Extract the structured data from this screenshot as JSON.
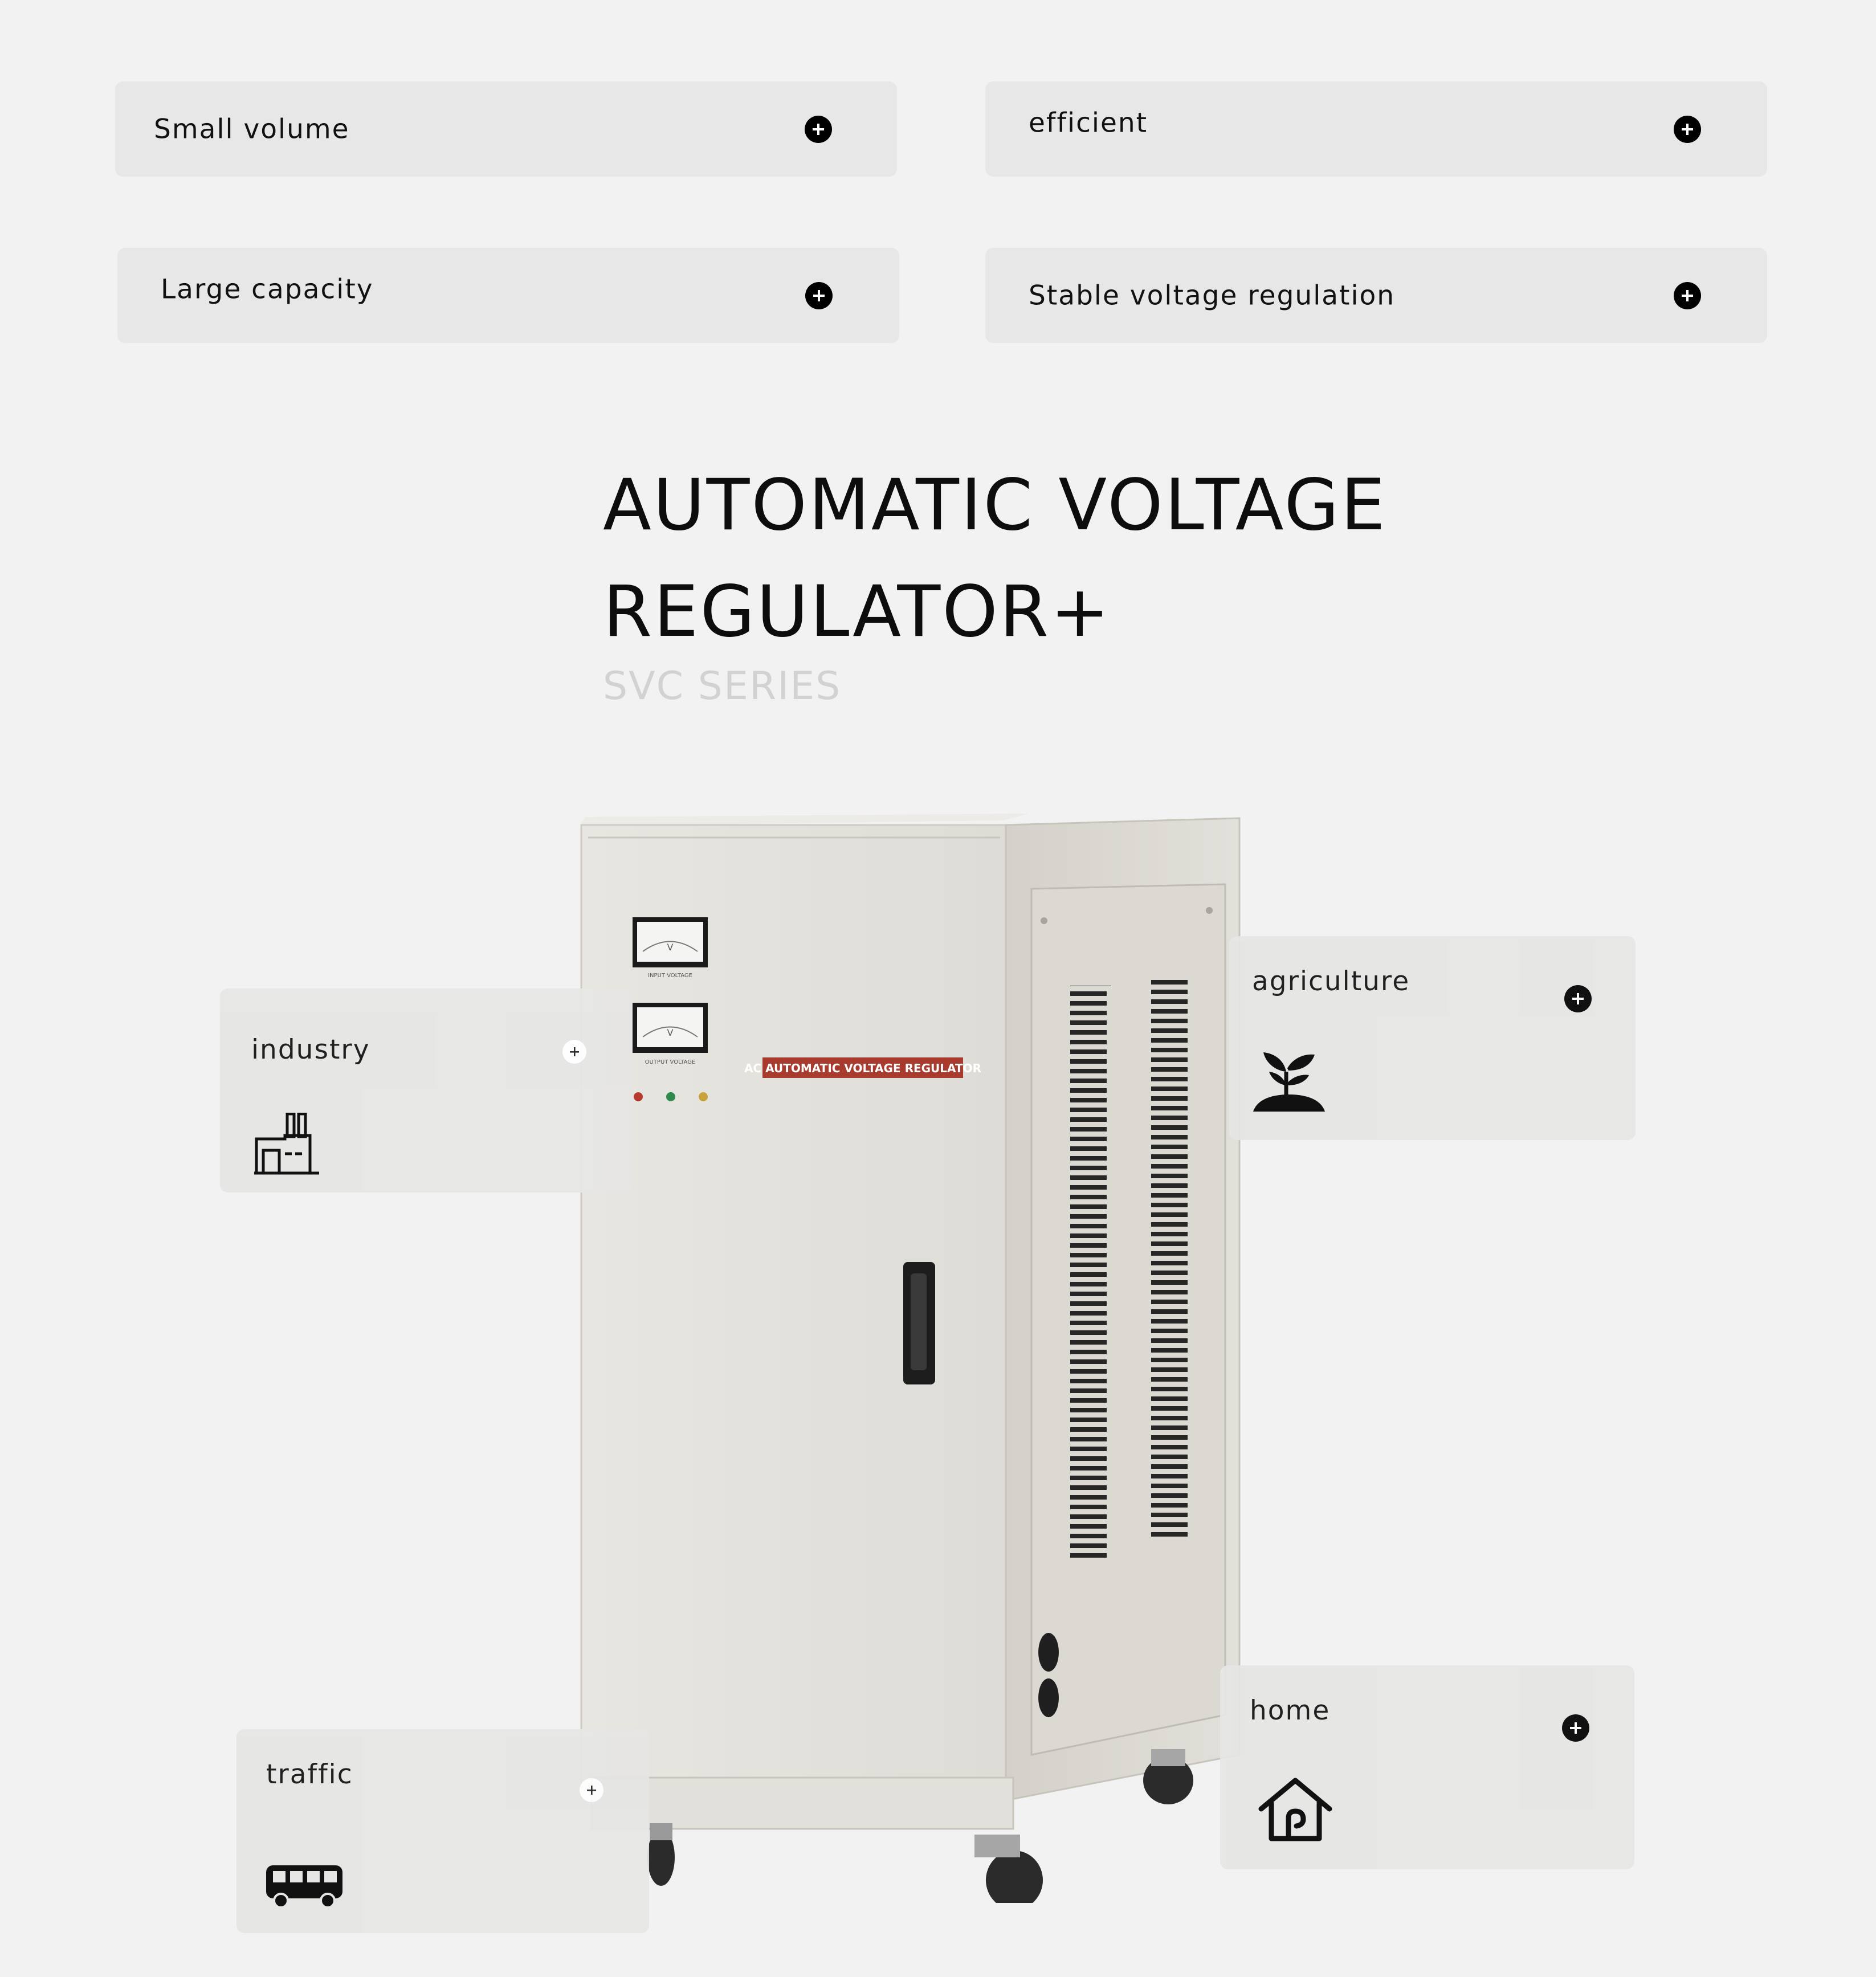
{
  "features": [
    {
      "label": "Small volume"
    },
    {
      "label": "efficient"
    },
    {
      "label": "Large capacity"
    },
    {
      "label": "Stable voltage regulation"
    }
  ],
  "hero": {
    "title_line1": "AUTOMATIC VOLTAGE",
    "title_line2": "REGULATOR+",
    "subtitle": "SVC SERIES"
  },
  "product": {
    "panel_label": "AC AUTOMATIC VOLTAGE REGULATOR",
    "meter1_label": "INPUT VOLTAGE",
    "meter2_label": "OUTPUT VOLTAGE",
    "meter_unit": "V"
  },
  "applications": [
    {
      "label": "industry",
      "icon": "factory-icon"
    },
    {
      "label": "agriculture",
      "icon": "plant-icon"
    },
    {
      "label": "traffic",
      "icon": "bus-icon"
    },
    {
      "label": "home",
      "icon": "house-icon"
    }
  ],
  "colors": {
    "background": "#f2f2f2",
    "card": "#e7e7e7",
    "text": "#111111",
    "subtitle": "#d2d2d2",
    "cabinet": "#e4e2dd",
    "label_red": "#a83a2e"
  }
}
